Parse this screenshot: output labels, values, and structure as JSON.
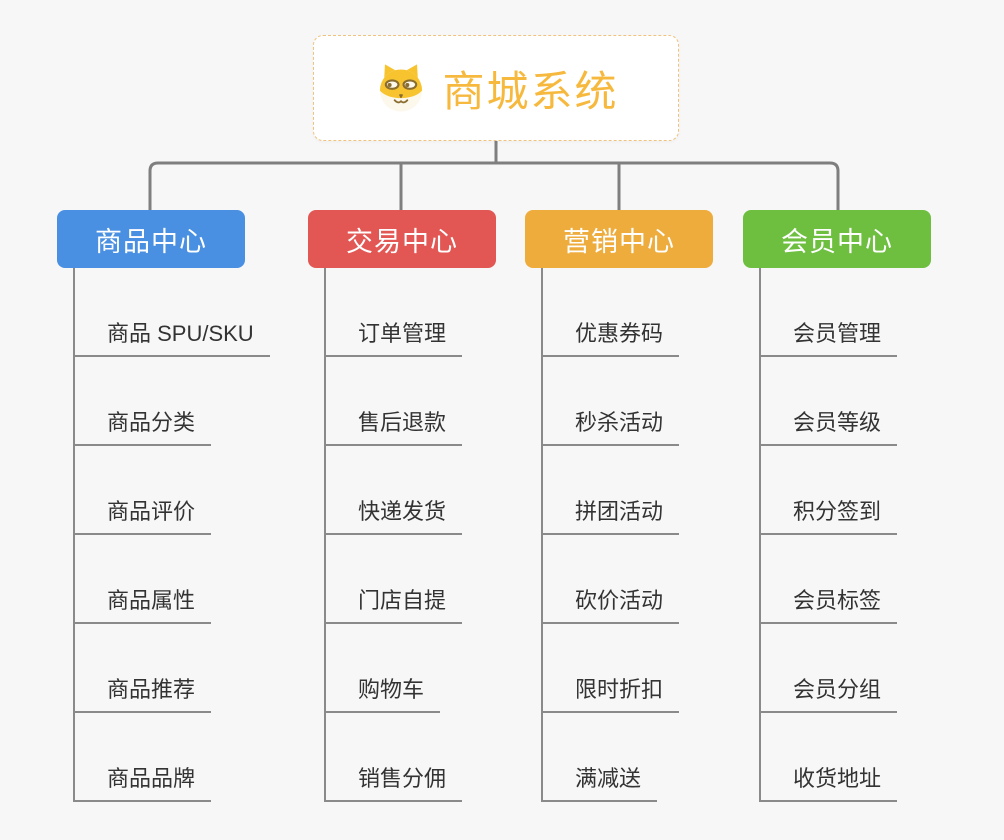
{
  "canvas": {
    "background": "#f7f7f7"
  },
  "root": {
    "title": "商城系统",
    "icon": "shiba-dog-icon",
    "title_color": "#f6b93e",
    "border_color": "#f0c27e"
  },
  "colors": {
    "connector": "#7f7f7f",
    "child_line": "#8a8a8a",
    "child_text": "#333333"
  },
  "branches": [
    {
      "label": "商品中心",
      "color": "#4a90e2",
      "items": [
        "商品 SPU/SKU",
        "商品分类",
        "商品评价",
        "商品属性",
        "商品推荐",
        "商品品牌"
      ]
    },
    {
      "label": "交易中心",
      "color": "#e25754",
      "items": [
        "订单管理",
        "售后退款",
        "快递发货",
        "门店自提",
        "购物车",
        "销售分佣"
      ]
    },
    {
      "label": "营销中心",
      "color": "#eeac3d",
      "items": [
        "优惠券码",
        "秒杀活动",
        "拼团活动",
        "砍价活动",
        "限时折扣",
        "满减送"
      ]
    },
    {
      "label": "会员中心",
      "color": "#6ebf40",
      "items": [
        "会员管理",
        "会员等级",
        "积分签到",
        "会员标签",
        "会员分组",
        "收货地址"
      ]
    }
  ]
}
